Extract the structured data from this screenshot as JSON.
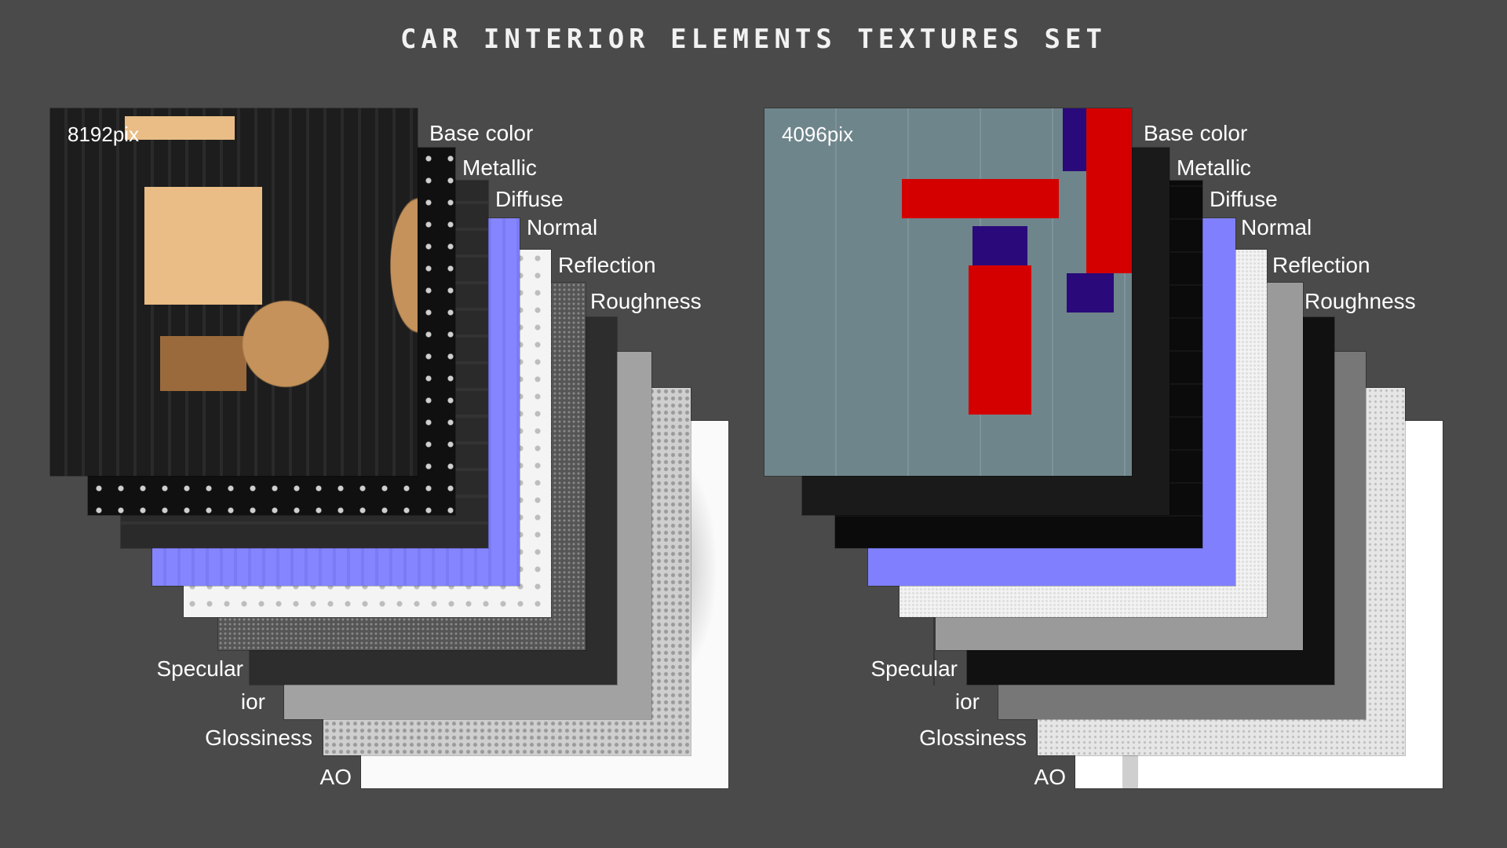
{
  "title": "CAR INTERIOR ELEMENTS TEXTURES SET",
  "left_set": {
    "resolution": "8192pix",
    "labels_right": [
      "Base color",
      "Metallic",
      "Diffuse",
      "Normal",
      "Reflection",
      "Roughness"
    ],
    "labels_left": [
      "Specular",
      "ior",
      "Glossiness",
      "AO"
    ]
  },
  "right_set": {
    "resolution": "4096pix",
    "labels_right": [
      "Base color",
      "Metallic",
      "Diffuse",
      "Normal",
      "Reflection",
      "Roughness"
    ],
    "labels_left": [
      "Specular",
      "ior",
      "Glossiness",
      "AO"
    ]
  },
  "colors": {
    "background": "#4a4a4a",
    "normal_map": "#8080ff",
    "id_red": "#d40000",
    "id_blue": "#2a0a7a",
    "base_teal": "#73898f"
  }
}
